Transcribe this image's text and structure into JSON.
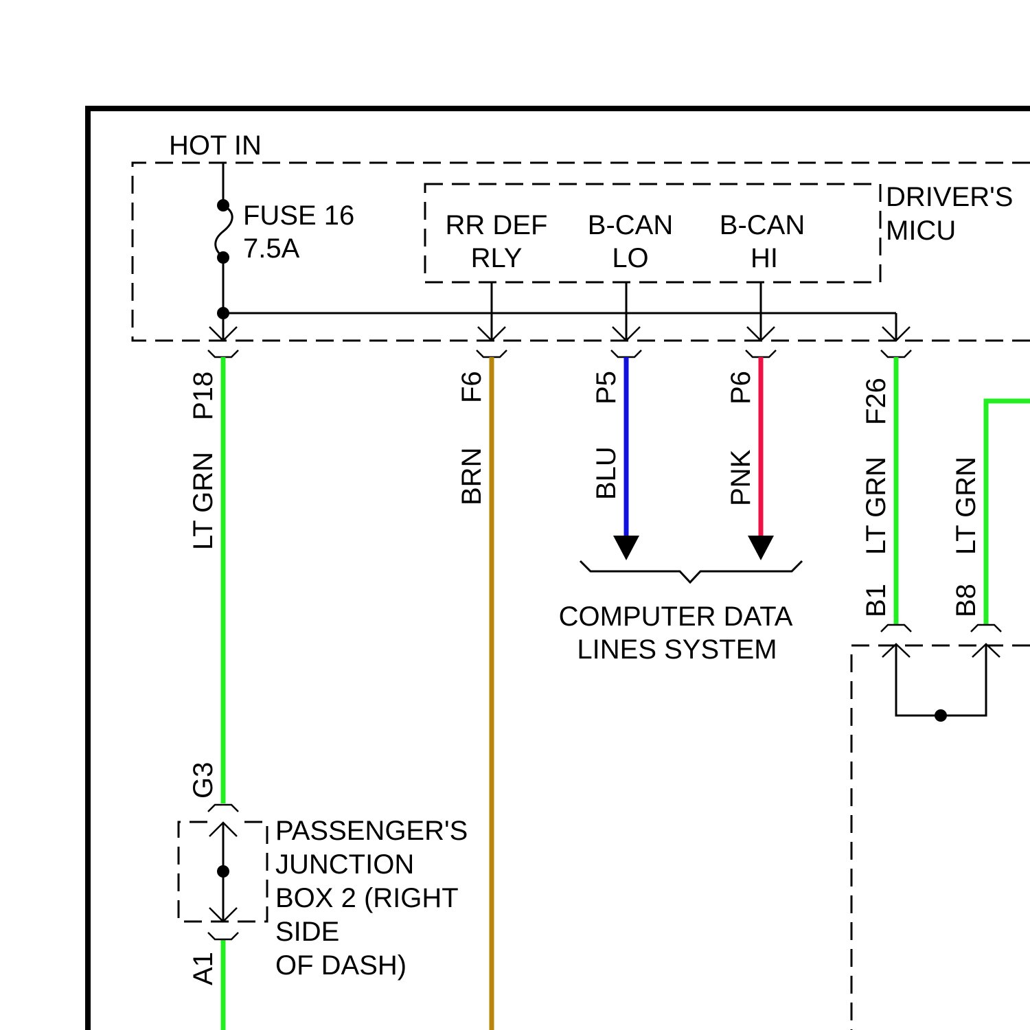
{
  "labels": {
    "hot_in": "HOT IN",
    "fuse_name": "FUSE 16",
    "fuse_rating": "7.5A",
    "rr_def_line1": "RR DEF",
    "rr_def_line2": "RLY",
    "bcan_lo_line1": "B-CAN",
    "bcan_lo_line2": "LO",
    "bcan_hi_line1": "B-CAN",
    "bcan_hi_line2": "HI",
    "micu_line1": "DRIVER'S",
    "micu_line2": "MICU",
    "data_lines_line1": "COMPUTER DATA",
    "data_lines_line2": "LINES SYSTEM",
    "junction_line1": "PASSENGER'S",
    "junction_line2": "JUNCTION",
    "junction_line3": "BOX 2 (RIGHT",
    "junction_line4": "SIDE",
    "junction_line5": "OF DASH)"
  },
  "wires": [
    {
      "id": "p18",
      "pin": "P18",
      "color_name": "LT GRN",
      "color": "#22ee22"
    },
    {
      "id": "f6",
      "pin": "F6",
      "color_name": "BRN",
      "color": "#b8860b"
    },
    {
      "id": "p5",
      "pin": "P5",
      "color_name": "BLU",
      "color": "#1111dd"
    },
    {
      "id": "p6",
      "pin": "P6",
      "color_name": "PNK",
      "color": "#ee1144"
    },
    {
      "id": "f26",
      "pin": "F26",
      "color_name": "LT GRN",
      "color": "#22ee22"
    },
    {
      "id": "b8",
      "pin": "B8",
      "color_name": "LT GRN",
      "color": "#22ee22"
    }
  ],
  "pins": {
    "g3": "G3",
    "a1": "A1",
    "b1": "B1"
  },
  "colors": {
    "line": "#000000",
    "background": "#ffffff"
  }
}
